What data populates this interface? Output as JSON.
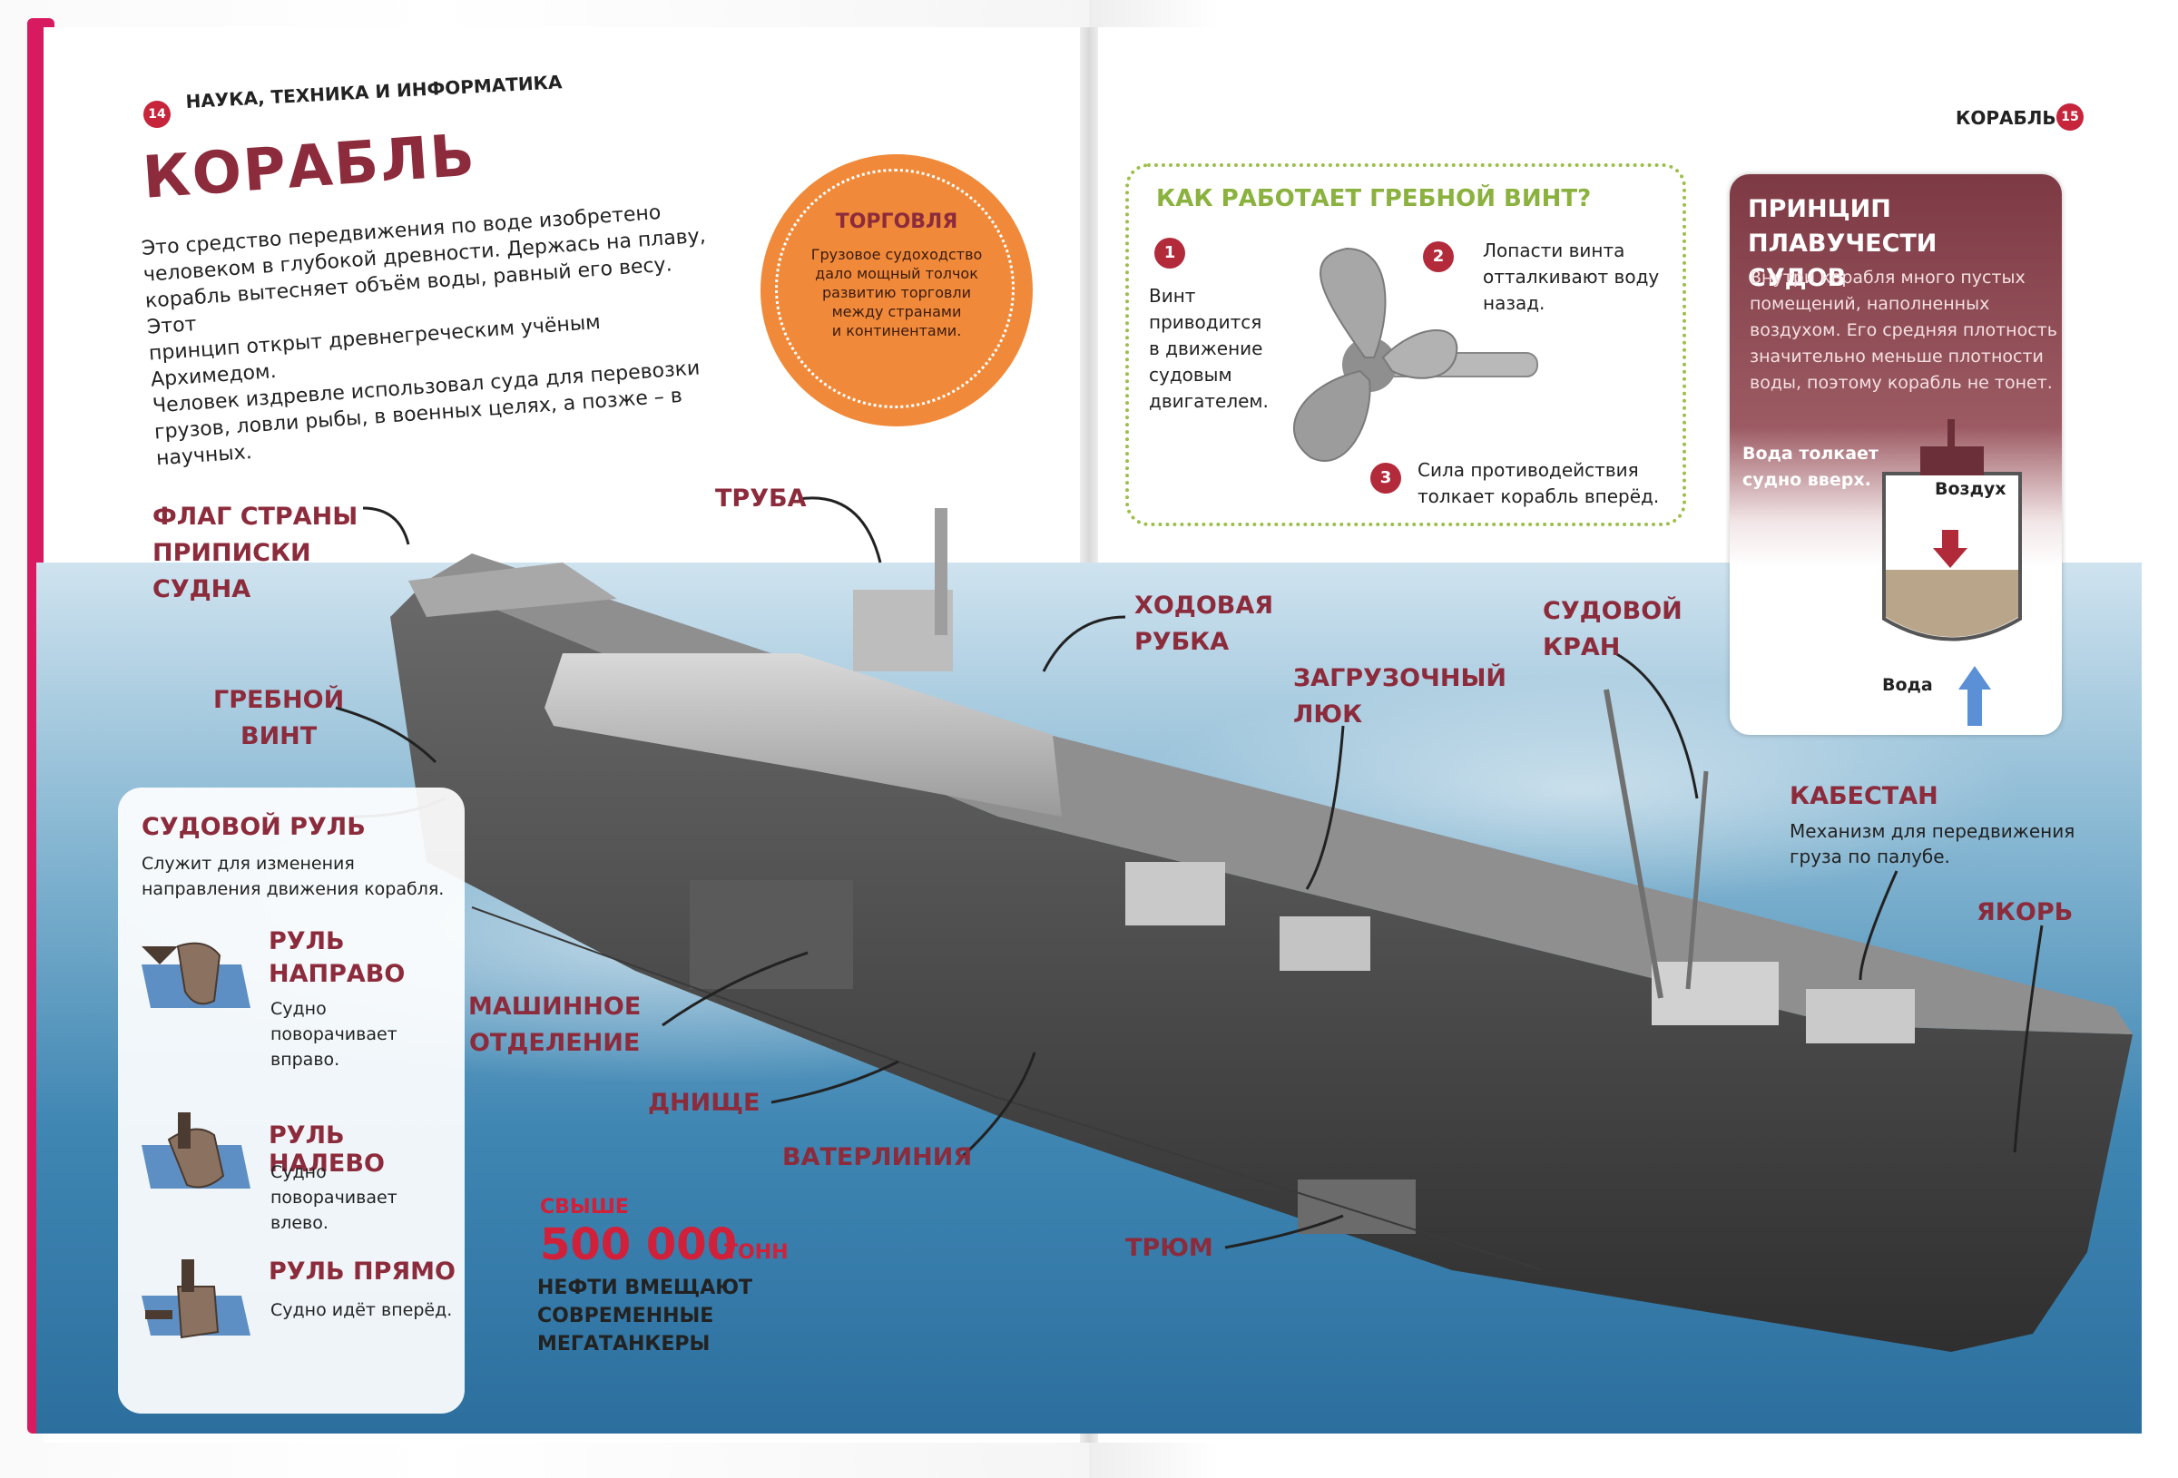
{
  "header": {
    "left_page_number": "14",
    "left_section_title": "НАУКА, ТЕХНИКА И ИНФОРМАТИКА",
    "right_section_title": "КОРАБЛЬ",
    "right_page_number": "15"
  },
  "title": "КОРАБЛЬ",
  "intro": {
    "lines": [
      "Это средство передвижения по воде изобретено",
      "человеком в глубокой древности. Держась на плаву,",
      "корабль вытесняет объём воды, равный его весу. Этот",
      "принцип открыт древнегреческим учёным Архимедом.",
      "Человек издревле использовал суда для перевозки",
      "грузов, ловли рыбы, в военных целях, а позже – в научных."
    ]
  },
  "trade_badge": {
    "title": "ТОРГОВЛЯ",
    "lines": [
      "Грузовое судоходство",
      "дало мощный толчок",
      "развитию торговли",
      "между странами",
      "и континентами."
    ]
  },
  "propeller_box": {
    "title": "КАК РАБОТАЕТ ГРЕБНОЙ ВИНТ?",
    "steps": [
      {
        "num": "1",
        "lines": [
          "Винт",
          "приводится",
          "в движение",
          "судовым",
          "двигателем."
        ]
      },
      {
        "num": "2",
        "lines": [
          "Лопасти винта",
          "отталкивают воду",
          "назад."
        ]
      },
      {
        "num": "3",
        "lines": [
          "Сила противодействия",
          "толкает корабль вперёд."
        ]
      }
    ]
  },
  "buoyancy_box": {
    "title_lines": [
      "ПРИНЦИП ПЛАВУЧЕСТИ",
      "СУДОВ"
    ],
    "text_lines": [
      "Внутри корабля много пустых",
      "помещений, наполненных",
      "воздухом. Его средняя плотность",
      "значительно меньше плотности",
      "воды, поэтому корабль не тонет."
    ],
    "water_push_lines": [
      "Вода толкает",
      "судно вверх."
    ],
    "air_label": "Воздух",
    "water_label": "Вода",
    "colors": {
      "panel": "#7d3a44",
      "accent_red": "#b02a3a",
      "accent_blue": "#5b8fd6"
    }
  },
  "rudder_box": {
    "title": "СУДОВОЙ РУЛЬ",
    "description_lines": [
      "Служит для изменения",
      "направления движения корабля."
    ],
    "items": [
      {
        "title_lines": [
          "РУЛЬ",
          "НАПРАВО"
        ],
        "text_lines": [
          "Судно",
          "поворачивает",
          "вправо."
        ]
      },
      {
        "title_lines": [
          "РУЛЬ НАЛЕВО"
        ],
        "text_lines": [
          "Судно",
          "поворачивает",
          "влево."
        ]
      },
      {
        "title_lines": [
          "РУЛЬ ПРЯМО"
        ],
        "text_lines": [
          "Судно идёт вперёд."
        ]
      }
    ]
  },
  "labels": {
    "flag": [
      "ФЛАГ СТРАНЫ",
      "ПРИПИСКИ",
      "СУДНА"
    ],
    "pipe": [
      "ТРУБА"
    ],
    "bridge": [
      "ХОДОВАЯ",
      "РУБКА"
    ],
    "propeller": [
      "ГРЕБНОЙ",
      "ВИНТ"
    ],
    "hatch": [
      "ЗАГРУЗОЧНЫЙ",
      "ЛЮК"
    ],
    "crane": [
      "СУДОВОЙ",
      "КРАН"
    ],
    "capstan": [
      "КАБЕСТАН"
    ],
    "capstan_text": [
      "Механизм для передвижения",
      "груза по палубе."
    ],
    "anchor": [
      "ЯКОРЬ"
    ],
    "engine": [
      "МАШИННОЕ",
      "ОТДЕЛЕНИЕ"
    ],
    "bottom": [
      "ДНИЩЕ"
    ],
    "waterline": [
      "ВАТЕРЛИНИЯ"
    ],
    "hold": [
      "ТРЮМ"
    ]
  },
  "fact": {
    "prefix": "СВЫШЕ",
    "number": "500 000",
    "unit": "ТОНН",
    "lines": [
      "НЕФТИ ВМЕЩАЮТ",
      "СОВРЕМЕННЫЕ",
      "МЕГАТАНКЕРЫ"
    ]
  }
}
